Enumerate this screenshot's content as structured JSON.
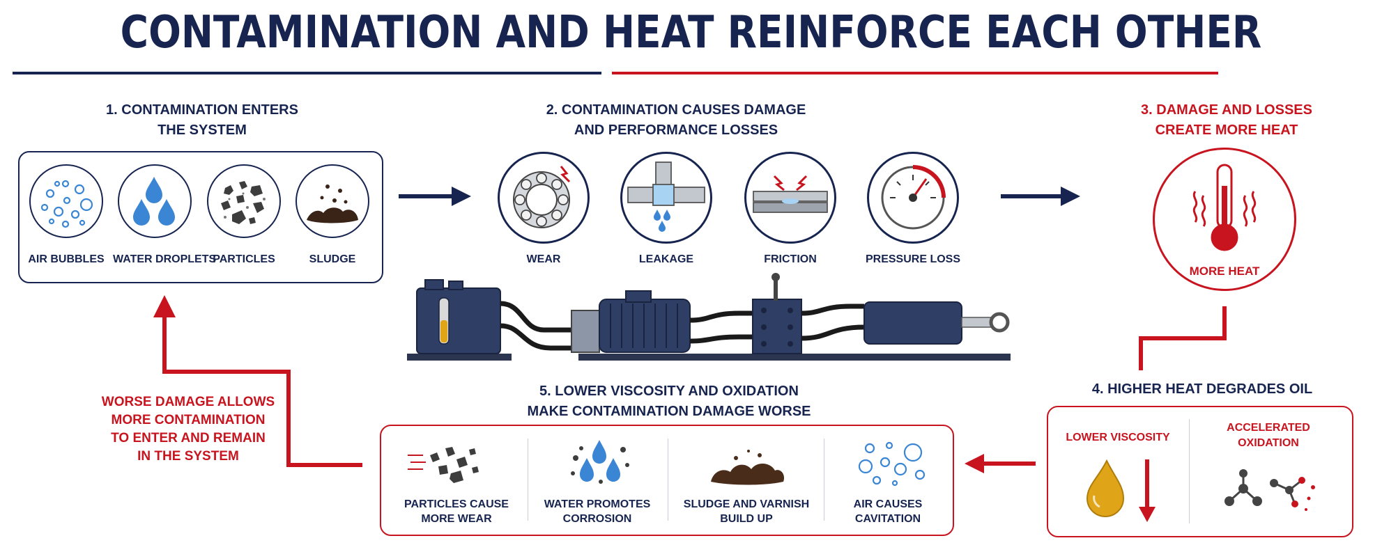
{
  "title": "CONTAMINATION AND HEAT REINFORCE EACH OTHER",
  "step1": {
    "heading_line1": "1. CONTAMINATION ENTERS",
    "heading_line2": "THE SYSTEM",
    "items": [
      "AIR BUBBLES",
      "WATER DROPLETS",
      "PARTICLES",
      "SLUDGE"
    ]
  },
  "step2": {
    "heading_line1": "2. CONTAMINATION CAUSES DAMAGE",
    "heading_line2": "AND PERFORMANCE LOSSES",
    "items": [
      "WEAR",
      "LEAKAGE",
      "FRICTION",
      "PRESSURE LOSS"
    ]
  },
  "step3": {
    "heading_line1": "3. DAMAGE AND LOSSES",
    "heading_line2": "CREATE MORE HEAT",
    "label": "MORE HEAT"
  },
  "step4": {
    "heading": "4. HIGHER HEAT DEGRADES OIL",
    "left_label": "LOWER VISCOSITY",
    "right_line1": "ACCELERATED",
    "right_line2": "OXIDATION"
  },
  "step5": {
    "heading_line1": "5. LOWER VISCOSITY AND OXIDATION",
    "heading_line2": "MAKE CONTAMINATION DAMAGE WORSE",
    "items": [
      {
        "line1": "PARTICLES CAUSE",
        "line2": "MORE WEAR"
      },
      {
        "line1": "WATER PROMOTES",
        "line2": "CORROSION"
      },
      {
        "line1": "SLUDGE AND VARNISH",
        "line2": "BUILD UP"
      },
      {
        "line1": "AIR CAUSES",
        "line2": "CAVITATION"
      }
    ]
  },
  "feedback": {
    "line1": "WORSE DAMAGE ALLOWS",
    "line2": "MORE CONTAMINATION",
    "line3": "TO ENTER AND REMAIN",
    "line4": "IN THE SYSTEM"
  },
  "colors": {
    "navy": "#16244f",
    "red": "#c8141e",
    "water": "#3a86d4",
    "oil": "#e0a418"
  }
}
